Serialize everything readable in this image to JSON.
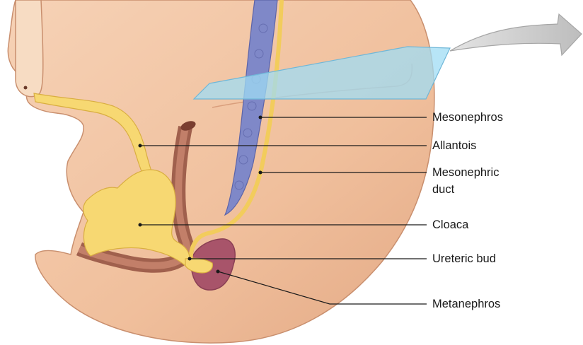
{
  "labels": {
    "mesonephros": "Mesonephros",
    "allantois": "Allantois",
    "mesonephric_duct_line1": "Mesonephric",
    "mesonephric_duct_line2": "duct",
    "cloaca": "Cloaca",
    "ureteric_bud": "Ureteric bud",
    "metanephros": "Metanephros"
  },
  "colors": {
    "embryo_skin": "#f3c5a2",
    "embryo_outline": "#c98f6e",
    "allantois_yellow": "#f7d872",
    "mesonephros_blue": "#7f88c8",
    "hindgut_brown": "#b06e5a",
    "metanephros_mauve": "#a8546a",
    "section_plane": "#9fdcf4",
    "arrow_grey": "#c8c8c8",
    "leader_line": "#1a1a1a"
  }
}
